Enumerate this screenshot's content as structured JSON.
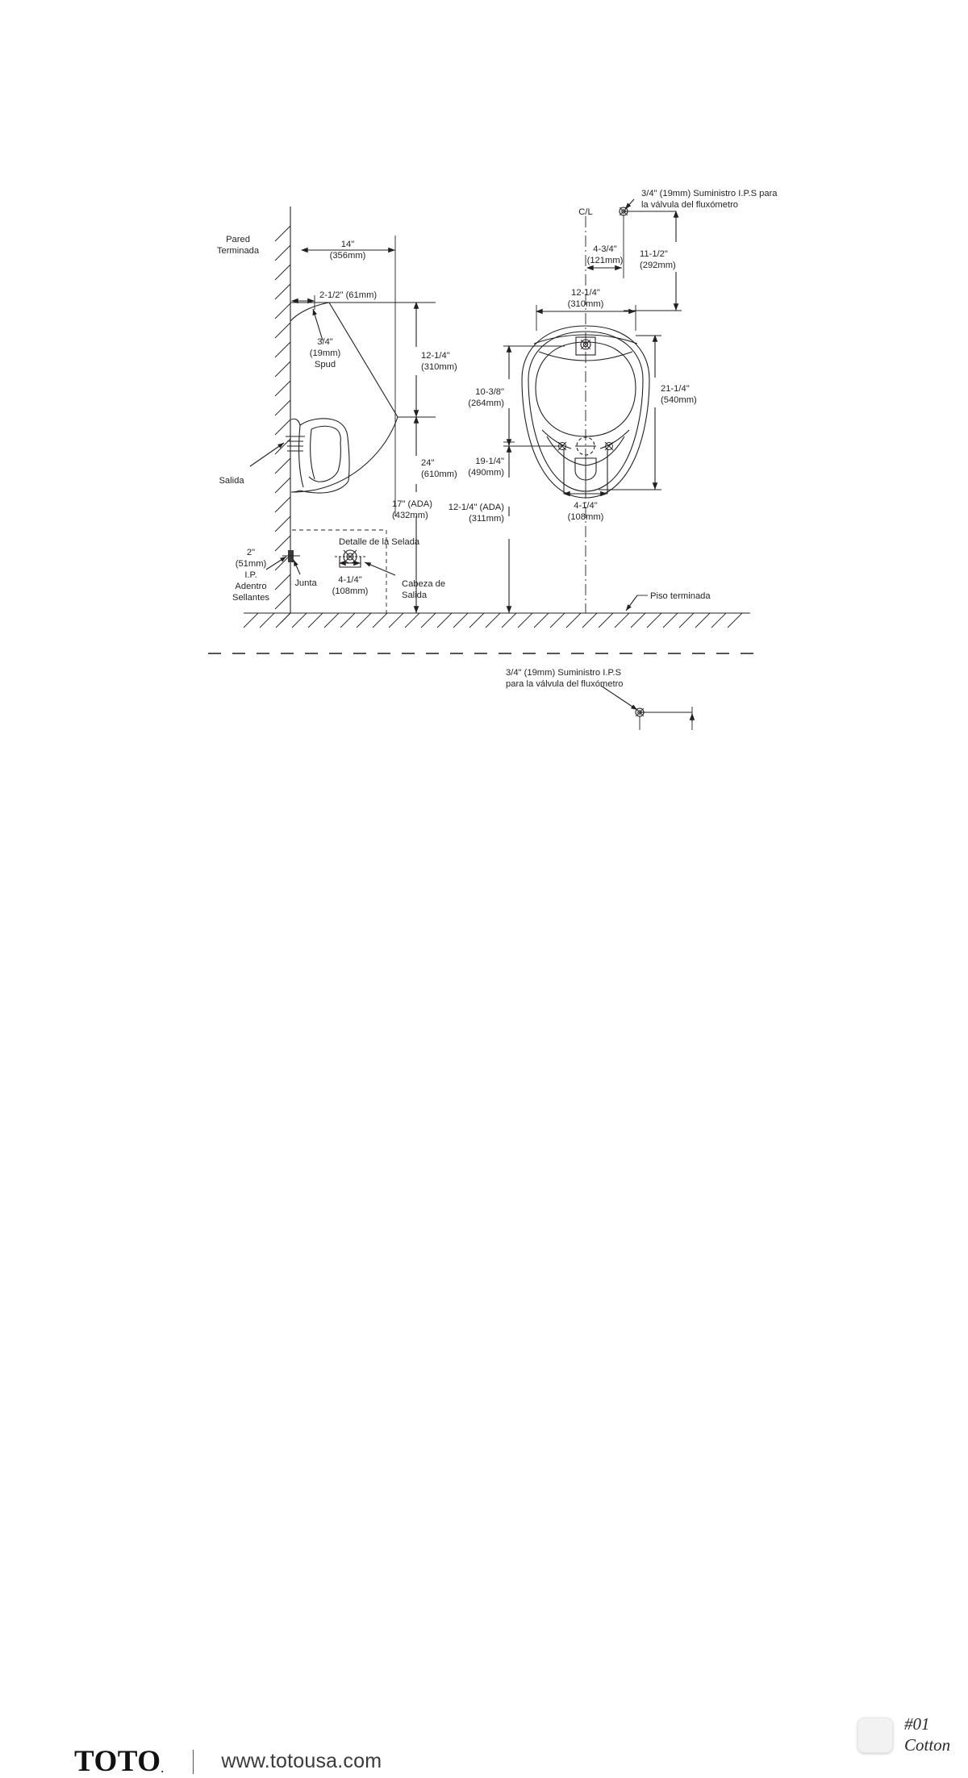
{
  "document": {
    "type": "technical-drawing",
    "title": "TOTO Urinal Installation Dimension Drawing",
    "language": "es"
  },
  "side_view": {
    "wall_label_line1": "Pared",
    "wall_label_line2": "Terminada",
    "depth_dim_in": "14\"",
    "depth_dim_mm": "(356mm)",
    "spud_offset_dim": "2-1/2\" (61mm)",
    "spud_label_line1": "3/4\"",
    "spud_label_line2": "(19mm)",
    "spud_label_line3": "Spud",
    "outlet_label": "Salida",
    "height_top_in": "12-1/4\"",
    "height_top_mm": "(310mm)",
    "height_24_in": "24\"",
    "height_24_mm": "(610mm)",
    "height_ada_in": "17\" (ADA)",
    "height_ada_mm": "(432mm)",
    "ip_dim_in": "2\"",
    "ip_dim_mm": "(51mm)",
    "ip_label_line1": "I.P.",
    "ip_label_line2": "Adentro",
    "ip_label_line3": "Sellantes",
    "gasket_label": "Junta",
    "detail_box_title": "Detalle de la Selada",
    "outlet_width_in": "4-1/4\"",
    "outlet_width_mm": "(108mm)",
    "outlet_head_line1": "Cabeza de",
    "outlet_head_line2": "Salida"
  },
  "front_view": {
    "centerline_label": "C/L",
    "supply_note_line1": "3/4\" (19mm) Suministro I.P.S para",
    "supply_note_line2": "la válvula del fluxómetro",
    "supply_offset_in": "4-3/4\"",
    "supply_offset_mm": "(121mm)",
    "supply_height_in": "11-1/2\"",
    "supply_height_mm": "(292mm)",
    "width_in": "12-1/4\"",
    "width_mm": "(310mm)",
    "bowl_height_in": "10-3/8\"",
    "bowl_height_mm": "(264mm)",
    "overall_height_in": "21-1/4\"",
    "overall_height_mm": "(540mm)",
    "rim_height_in": "19-1/4\"",
    "rim_height_mm": "(490mm)",
    "ada_height_in": "12-1/4\" (ADA)",
    "ada_height_mm": "(311mm)",
    "outlet_width_in": "4-1/4\"",
    "outlet_width_mm": "(108mm)"
  },
  "floor": {
    "label": "Piso terminada"
  },
  "lower_detail": {
    "supply_note_line1": "3/4\" (19mm) Suministro I.P.S",
    "supply_note_line2": "para la válvula del fluxómetro"
  },
  "footer": {
    "brand_name": "TOTO",
    "brand_mark": ".",
    "url": "www.totousa.com",
    "color_code": "#01",
    "color_name": "Cotton",
    "color_hex": "#F2F2F2"
  }
}
